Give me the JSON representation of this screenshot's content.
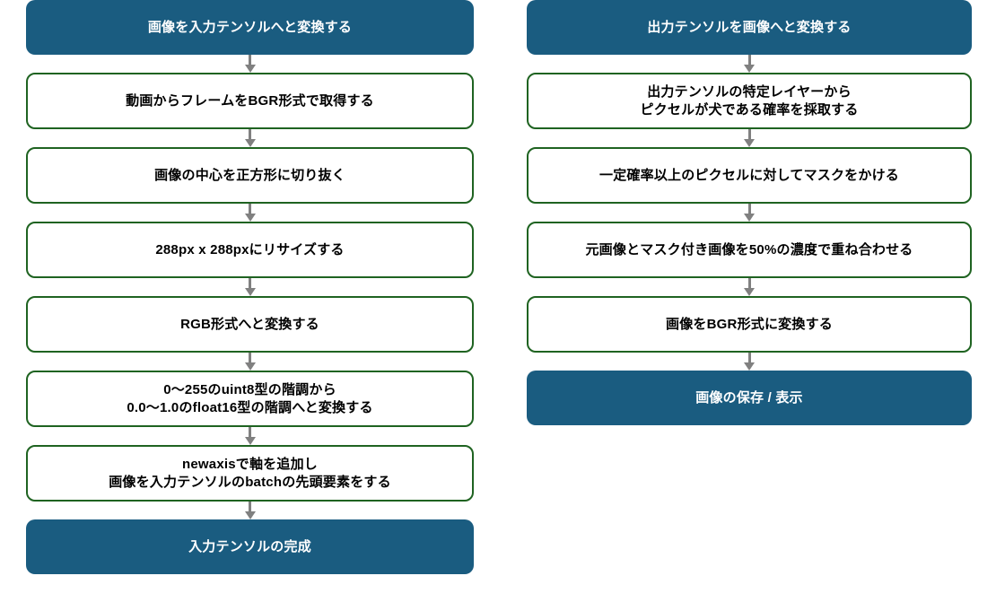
{
  "diagram": {
    "title_left": "画像を入力テンソルへと変換する",
    "title_right": "出力テンソルを画像へと変換する",
    "colors": {
      "terminal_fill": "#1a5c80",
      "terminal_text": "#ffffff",
      "step_border": "#1f6321",
      "step_fill": "#ffffff",
      "step_text": "#000000",
      "connector": "#808080",
      "background": "#ffffff"
    },
    "columns": [
      {
        "id": "input-tensor-pipeline",
        "nodes": [
          {
            "id": "left-header",
            "type": "terminal",
            "label": "画像を入力テンソルへと変換する"
          },
          {
            "id": "left-step-1",
            "type": "step",
            "label": "動画からフレームをBGR形式で取得する"
          },
          {
            "id": "left-step-2",
            "type": "step",
            "label": "画像の中心を正方形に切り抜く"
          },
          {
            "id": "left-step-3",
            "type": "step",
            "label": "288px x 288pxにリサイズする"
          },
          {
            "id": "left-step-4",
            "type": "step",
            "label": "RGB形式へと変換する"
          },
          {
            "id": "left-step-5",
            "type": "step",
            "label": "0〜255のuint8型の階調から\n0.0〜1.0のfloat16型の階調へと変換する"
          },
          {
            "id": "left-step-6",
            "type": "step",
            "label": "newaxisで軸を追加し\n画像を入力テンソルのbatchの先頭要素をする"
          },
          {
            "id": "left-footer",
            "type": "terminal",
            "label": "入力テンソルの完成"
          }
        ]
      },
      {
        "id": "output-tensor-pipeline",
        "nodes": [
          {
            "id": "right-header",
            "type": "terminal",
            "label": "出力テンソルを画像へと変換する"
          },
          {
            "id": "right-step-1",
            "type": "step",
            "label": "出力テンソルの特定レイヤーから\nピクセルが犬である確率を採取する"
          },
          {
            "id": "right-step-2",
            "type": "step",
            "label": "一定確率以上のピクセルに対してマスクをかける"
          },
          {
            "id": "right-step-3",
            "type": "step",
            "label": "元画像とマスク付き画像を50%の濃度で重ね合わせる"
          },
          {
            "id": "right-step-4",
            "type": "step",
            "label": "画像をBGR形式に変換する"
          },
          {
            "id": "right-footer",
            "type": "terminal",
            "label": "画像の保存 / 表示"
          }
        ]
      }
    ]
  }
}
